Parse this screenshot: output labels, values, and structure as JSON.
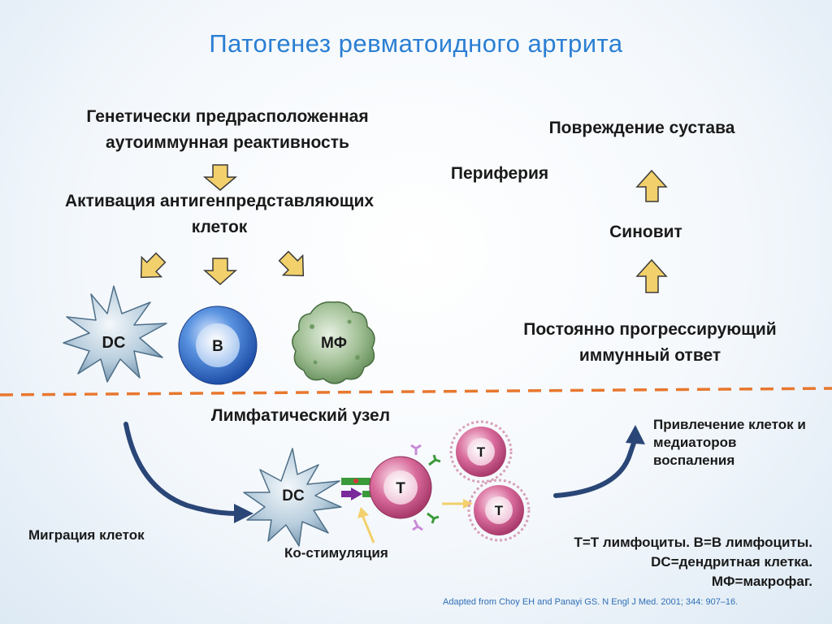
{
  "title": "Патогенез ревматоидного артрита",
  "left_panel": {
    "genetic_line1": "Генетически предрасположенная",
    "genetic_line2": "аутоиммунная реактивность",
    "activation_line1": "Активация антигенпредставляющих",
    "activation_line2": "клеток",
    "cells": {
      "dc": "DC",
      "b": "B",
      "mf": "МФ"
    }
  },
  "right_panel": {
    "joint_damage": "Повреждение сустава",
    "periphery": "Периферия",
    "synovitis": "Синовит",
    "response_line1": "Постоянно прогрессирующий",
    "response_line2": "иммунный ответ"
  },
  "lymph": {
    "node_label": "Лимфатический узел",
    "migration": "Миграция клеток",
    "costim": "Ко-стимуляция",
    "recruit_line1": "Привлечение клеток и",
    "recruit_line2": "медиаторов",
    "recruit_line3": "воспаления",
    "cells": {
      "dc": "DC",
      "t_main": "T",
      "t_top": "T",
      "t_bottom": "T"
    }
  },
  "legend": {
    "line1": "T=T лимфоциты. B=B лимфоциты.",
    "line2": "DC=дендритная клетка.",
    "line3": "МФ=макрофаг."
  },
  "citation": "Adapted from Choy EH and Panayi GS. N Engl J Med. 2001; 344: 907–16.",
  "colors": {
    "title": "#2b7fd3",
    "arrow_fill": "#f2d06b",
    "divider": "#e8772e",
    "path_arrow": "#2a4677"
  }
}
